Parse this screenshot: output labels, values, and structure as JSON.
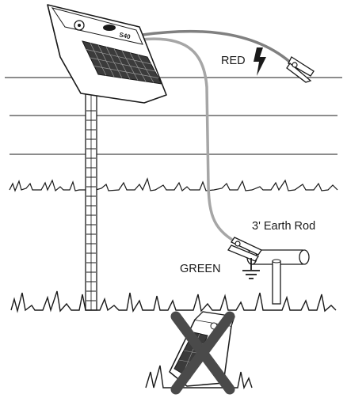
{
  "energizer": {
    "model_label": "S40"
  },
  "labels": {
    "red": "RED",
    "earth_rod": "3' Earth Rod",
    "green": "GREEN"
  },
  "icons": {
    "lightning": "lightning-bolt-icon",
    "ground": "ground-symbol-icon",
    "prohibited": "x-mark-icon"
  },
  "colors": {
    "red_lead": "#808080",
    "green_lead": "#a6a6a6",
    "line": "#1a1a1a"
  }
}
